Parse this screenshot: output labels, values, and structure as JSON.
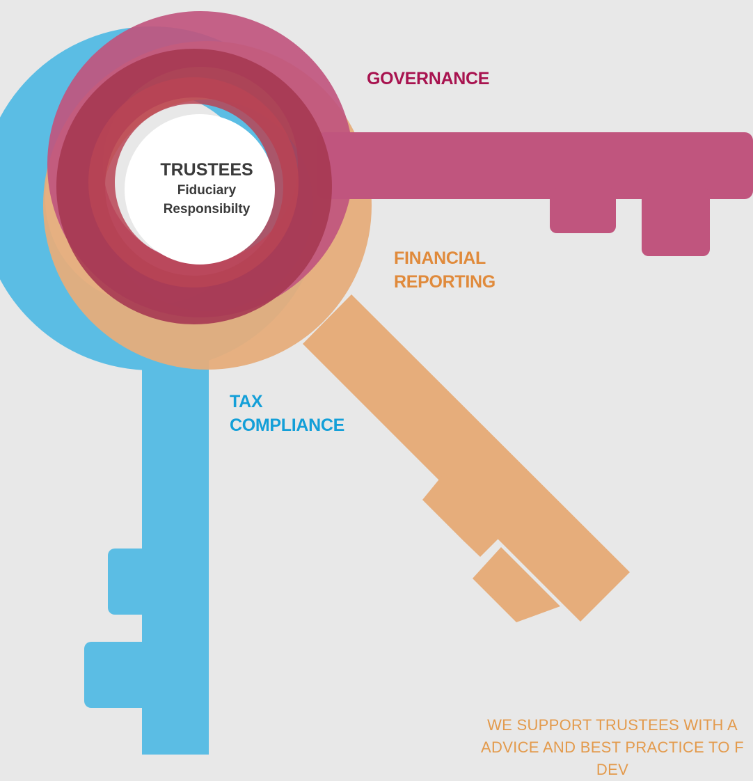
{
  "center": {
    "title": "TRUSTEES",
    "subtitle_line1": "Fiduciary",
    "subtitle_line2": "Responsibilty"
  },
  "keys": [
    {
      "id": "governance",
      "lines": [
        "GOVERNANCE"
      ],
      "color": "#c0557e",
      "label_color": "#a8134f"
    },
    {
      "id": "financial-reporting",
      "lines": [
        "FINANCIAL",
        "REPORTING"
      ],
      "color": "#e6ad7b",
      "label_color": "#e08a3b"
    },
    {
      "id": "tax-compliance",
      "lines": [
        "TAX",
        "COMPLIANCE"
      ],
      "color": "#5bbde4",
      "label_color": "#139fd8"
    }
  ],
  "tagline": {
    "line1": "WE SUPPORT TRUSTEES WITH A",
    "line2": "ADVICE AND BEST PRACTICE TO F",
    "line3": "DEV",
    "color": "#e39a4c"
  },
  "colors": {
    "background": "#e8e8e8",
    "ring_overlap": "#a63852"
  }
}
